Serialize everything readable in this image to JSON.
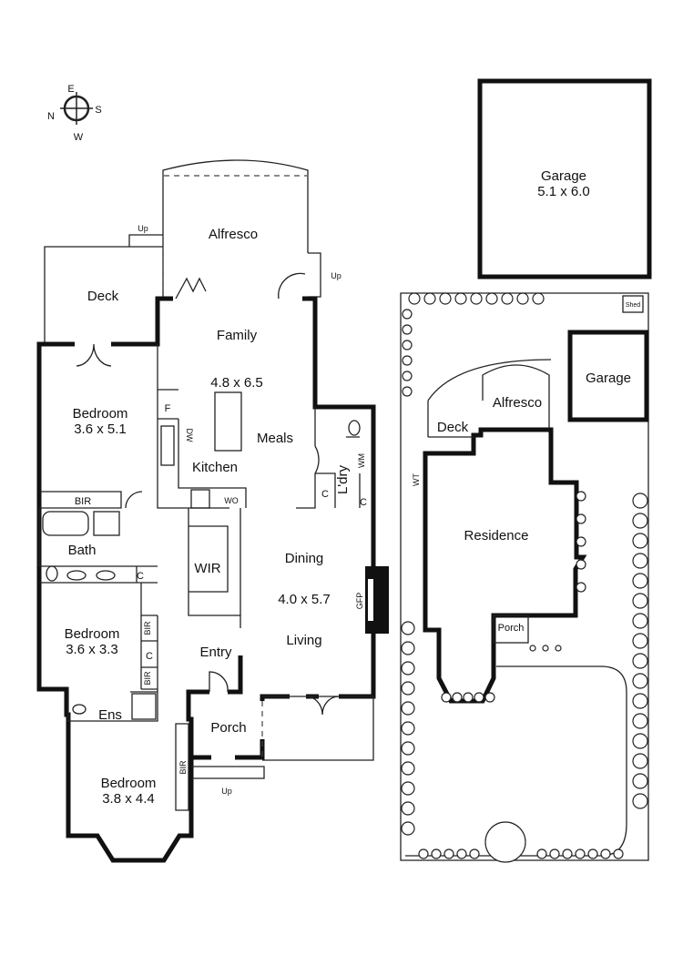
{
  "compass": {
    "n": "N",
    "e": "E",
    "s": "S",
    "w": "W"
  },
  "house": {
    "alfresco": "Alfresco",
    "deck": "Deck",
    "up1": "Up",
    "up2": "Up",
    "up3": "Up",
    "family": "Family",
    "family_dim": "4.8 x 6.5",
    "meals": "Meals",
    "kitchen": "Kitchen",
    "fridge": "F",
    "dw": "DW",
    "wo": "WO",
    "laundry": "L'dry",
    "wm": "WM",
    "c_laundry1": "C",
    "c_laundry2": "C",
    "bed1": "Bedroom",
    "bed1_dim": "3.6 x 5.1",
    "bir1": "BIR",
    "bath": "Bath",
    "c_bath": "C",
    "wir": "WIR",
    "dining": "Dining",
    "dining_dim": "4.0 x 5.7",
    "gfp": "GFP",
    "living": "Living",
    "bed2": "Bedroom",
    "bed2_dim": "3.6 x 3.3",
    "bir2a": "BIR",
    "c_bed2": "C",
    "bir2b": "BIR",
    "entry": "Entry",
    "ens": "Ens",
    "porch": "Porch",
    "bed3": "Bedroom",
    "bed3_dim": "3.8 x 4.4",
    "bir3": "BIR"
  },
  "garage_plan": {
    "label": "Garage",
    "dim": "5.1 x 6.0"
  },
  "site": {
    "shed": "Shed",
    "garage": "Garage",
    "alfresco": "Alfresco",
    "deck": "Deck",
    "wt": "WT",
    "residence": "Residence",
    "porch": "Porch"
  }
}
